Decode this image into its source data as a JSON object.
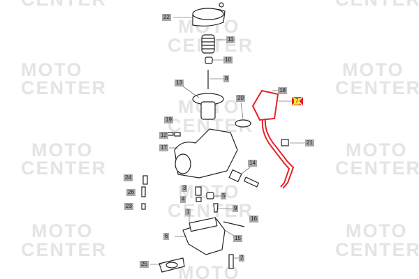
{
  "watermark": {
    "line1": "MOTO",
    "line2": "CENTER"
  },
  "parts": [
    {
      "id": "p22",
      "label": "22"
    },
    {
      "id": "p11",
      "label": "11"
    },
    {
      "id": "p10",
      "label": "10"
    },
    {
      "id": "p8",
      "label": "8"
    },
    {
      "id": "p13",
      "label": "13"
    },
    {
      "id": "p18",
      "label": "18"
    },
    {
      "id": "p7",
      "label": "7"
    },
    {
      "id": "p20",
      "label": "20"
    },
    {
      "id": "p19",
      "label": "19"
    },
    {
      "id": "p12",
      "label": "12"
    },
    {
      "id": "p21",
      "label": "21"
    },
    {
      "id": "p17",
      "label": "17"
    },
    {
      "id": "p14",
      "label": "14"
    },
    {
      "id": "p24",
      "label": "24"
    },
    {
      "id": "p26",
      "label": "26"
    },
    {
      "id": "p3",
      "label": "3"
    },
    {
      "id": "p4",
      "label": "4"
    },
    {
      "id": "p5",
      "label": "5"
    },
    {
      "id": "p23",
      "label": "23"
    },
    {
      "id": "p9",
      "label": "9"
    },
    {
      "id": "p1",
      "label": "1"
    },
    {
      "id": "p16",
      "label": "16"
    },
    {
      "id": "p6",
      "label": "6"
    },
    {
      "id": "p15",
      "label": "15"
    },
    {
      "id": "p2",
      "label": "2"
    },
    {
      "id": "p25",
      "label": "25"
    }
  ],
  "highlight": {
    "part": "7",
    "color": "#e8202a",
    "marker_color": "#f5e63a"
  }
}
